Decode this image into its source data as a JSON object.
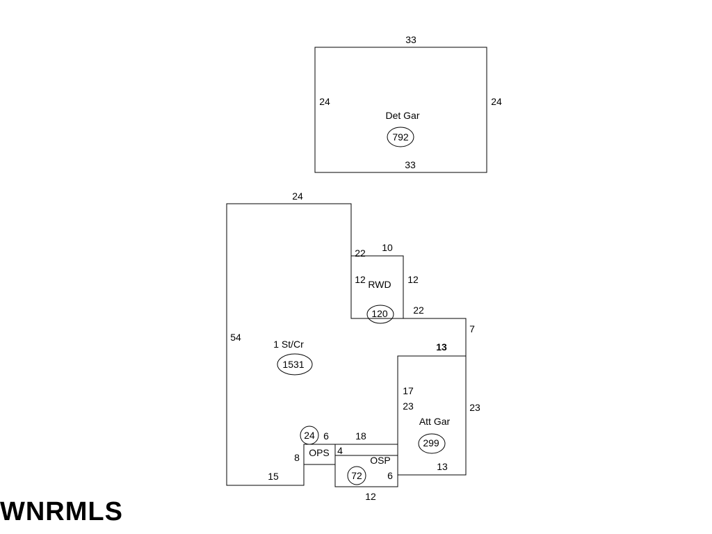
{
  "detached_garage": {
    "label": "Det Gar",
    "area": "792",
    "dim_top": "33",
    "dim_bottom": "33",
    "dim_left": "24",
    "dim_right": "24"
  },
  "main_house": {
    "label": "1 St/Cr",
    "area": "1531",
    "dim_top": "24",
    "dim_left": "54",
    "dim_bottom": "15",
    "dim_notch_right": "22",
    "dim_step_right": "7",
    "dim_ops_side": "8"
  },
  "rwd": {
    "label": "RWD",
    "area": "120",
    "dim_top": "10",
    "dim_left": "12",
    "dim_right": "12",
    "dim_bottom_right": "22"
  },
  "attached_garage": {
    "label": "Att Gar",
    "area": "299",
    "dim_top": "13",
    "dim_right": "23",
    "dim_left_upper": "17",
    "dim_left_lower": "23",
    "dim_bottom": "13"
  },
  "ops": {
    "label": "OPS",
    "area": "24",
    "dim_top": "6",
    "dim_right": "4"
  },
  "osp": {
    "label": "OSP",
    "area": "72",
    "dim_top": "18",
    "dim_right": "6",
    "dim_bottom": "12"
  },
  "watermark": {
    "text": "WNRMLS"
  }
}
